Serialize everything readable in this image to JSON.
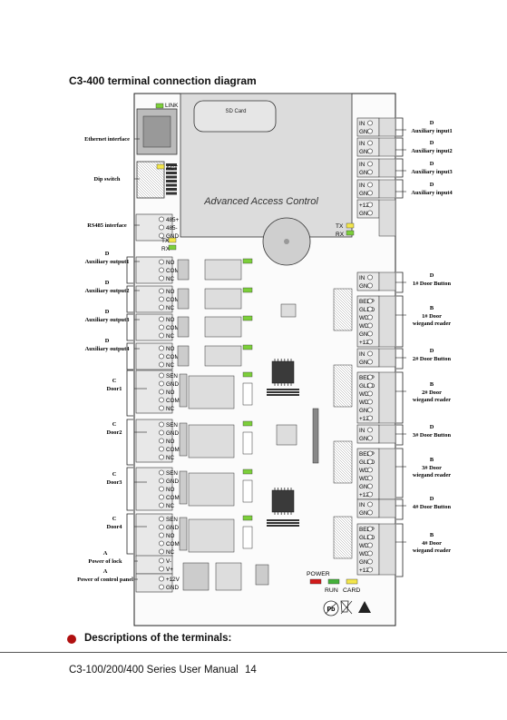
{
  "title": "C3-400 terminal connection diagram",
  "board": {
    "sd_card": "SD Card",
    "brand": "Advanced Access Control",
    "link": "LINK",
    "act": "ACT",
    "tx": "TX",
    "rx": "RX",
    "power": "POWER",
    "run": "RUN",
    "card": "CARD"
  },
  "left_labels": [
    {
      "id": "ethernet",
      "text": "Ethernet interface"
    },
    {
      "id": "dip",
      "text": "Dip switch"
    },
    {
      "id": "rs485",
      "text": "RS485 interface"
    },
    {
      "id": "aux1",
      "code": "D",
      "text": "Auxiliary output1"
    },
    {
      "id": "aux2",
      "code": "D",
      "text": "Auxiliary output2"
    },
    {
      "id": "aux3",
      "code": "D",
      "text": "Auxiliary output3"
    },
    {
      "id": "aux4",
      "code": "D",
      "text": "Auxiliary output4"
    },
    {
      "id": "door1",
      "code": "C",
      "text": "Door1"
    },
    {
      "id": "door2",
      "code": "C",
      "text": "Door2"
    },
    {
      "id": "door3",
      "code": "C",
      "text": "Door3"
    },
    {
      "id": "door4",
      "code": "C",
      "text": "Door4"
    },
    {
      "id": "lockpwr",
      "code": "A",
      "text": "Power of lock"
    },
    {
      "id": "panelpwr",
      "code": "A",
      "text": "Power of control panel"
    }
  ],
  "right_labels": [
    {
      "id": "ain1",
      "code": "D",
      "text": "Auxiliary input1"
    },
    {
      "id": "ain2",
      "code": "D",
      "text": "Auxiliary input2"
    },
    {
      "id": "ain3",
      "code": "D",
      "text": "Auxiliary input3"
    },
    {
      "id": "ain4",
      "code": "D",
      "text": "Auxiliary input4"
    },
    {
      "id": "btn1",
      "code": "D",
      "text": "1# Door Button"
    },
    {
      "id": "rdr1",
      "code": "B",
      "text": "1# Door wiegand reader"
    },
    {
      "id": "btn2",
      "code": "D",
      "text": "2# Door Button"
    },
    {
      "id": "rdr2",
      "code": "B",
      "text": "2# Door wiegand reader"
    },
    {
      "id": "btn3",
      "code": "D",
      "text": "3# Door Button"
    },
    {
      "id": "rdr3",
      "code": "B",
      "text": "3# Door wiegand reader"
    },
    {
      "id": "btn4",
      "code": "D",
      "text": "4# Door Button"
    },
    {
      "id": "rdr4",
      "code": "B",
      "text": "4# Door wiegand reader"
    }
  ],
  "pins": {
    "rs485": [
      "485+",
      "485-",
      "GND"
    ],
    "aux_out": [
      "NO",
      "COM",
      "NC"
    ],
    "lock": [
      "SEN",
      "GND",
      "NO",
      "COM",
      "NC"
    ],
    "lockpwr": [
      "V-",
      "V+"
    ],
    "panelpwr": [
      "+12V",
      "GND"
    ],
    "aux_in": [
      "IN",
      "GND"
    ],
    "reader_pwr": [
      "+12V",
      "GND"
    ],
    "btn": [
      "IN",
      "GND"
    ],
    "reader": [
      "BEEP",
      "GLED",
      "WD1",
      "WD0",
      "GND",
      "+12V"
    ]
  },
  "footer": {
    "section": "Descriptions of the terminals:",
    "manual": "C3-100/200/400 Series User Manual",
    "page": "14"
  }
}
